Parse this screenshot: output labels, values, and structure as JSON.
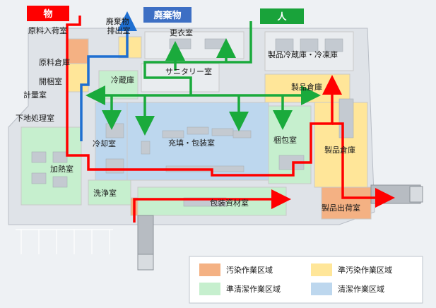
{
  "flow_headers": {
    "goods": "物",
    "waste": "廃棄物",
    "people": "人"
  },
  "rooms": {
    "raw_receiving": "原料入荷室",
    "waste_out": "廃棄物\n排出室",
    "locker": "更衣室",
    "raw_storage": "原料倉庫",
    "cold_storage": "冷蔵庫",
    "sanitary": "サニタリー室",
    "product_cold_frozen": "製品冷蔵庫・冷凍庫",
    "unpacking": "開梱室",
    "weighing": "計量室",
    "pretreatment": "下地処理室",
    "product_warehouse_1": "製品倉庫",
    "cooling": "冷却室",
    "filling_packing": "充填・包装室",
    "boxing": "梱包室",
    "product_warehouse_2": "製品倉庫",
    "heating": "加熱室",
    "washing": "洗浄室",
    "packaging_materials": "包装資材室",
    "product_shipping": "製品出荷室"
  },
  "legend": [
    {
      "label": "汚染作業区域",
      "color": "#f4b183"
    },
    {
      "label": "準汚染作業区域",
      "color": "#ffe699"
    },
    {
      "label": "準清潔作業区域",
      "color": "#c6efce"
    },
    {
      "label": "清潔作業区域",
      "color": "#bdd7ee"
    }
  ],
  "colors": {
    "goods": "#ff0000",
    "waste": "#1f6fd1",
    "people": "#1aaa3c",
    "goods_header": "#ff0000",
    "waste_header": "#3d6fc4",
    "people_header": "#19a33a"
  }
}
